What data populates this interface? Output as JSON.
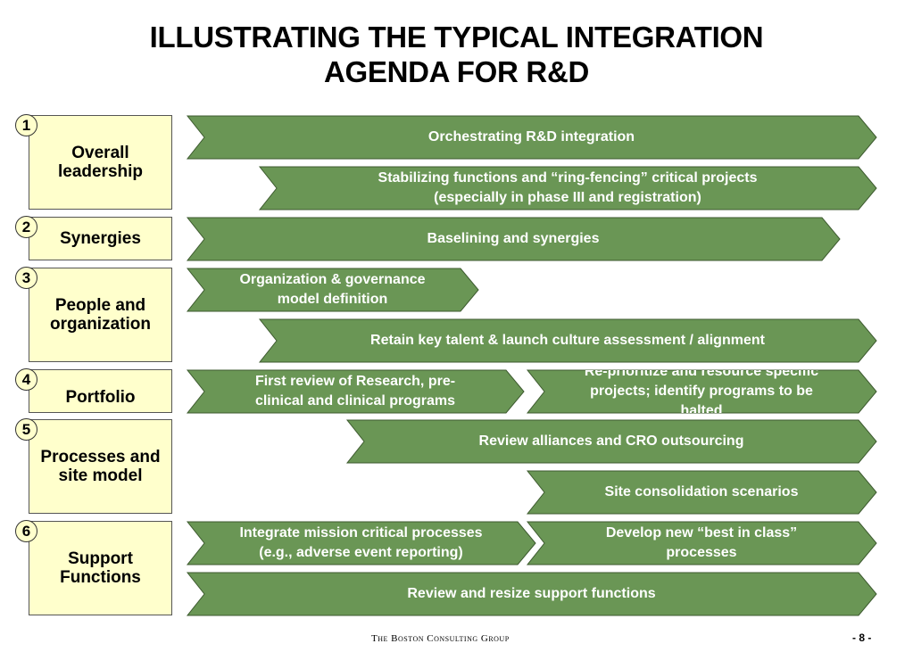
{
  "title": {
    "line1": "ILLUSTRATING THE TYPICAL INTEGRATION",
    "line2": "AGENDA FOR R&D"
  },
  "colors": {
    "arrow_fill": "#6a9655",
    "arrow_stroke": "#3d5a2f",
    "label_fill": "#ffffcc"
  },
  "rows": [
    {
      "number": "1",
      "label": "Overall\nleadership"
    },
    {
      "number": "2",
      "label": "Synergies"
    },
    {
      "number": "3",
      "label": "People and\norganization"
    },
    {
      "number": "4",
      "label": "Portfolio"
    },
    {
      "number": "5",
      "label": "Processes and\nsite model"
    },
    {
      "number": "6",
      "label": "Support\nFunctions"
    }
  ],
  "arrows": [
    {
      "text": "Orchestrating R&D integration"
    },
    {
      "text": "Stabilizing functions and “ring-fencing” critical projects\n(especially in phase III and registration)"
    },
    {
      "text": "Baselining and synergies"
    },
    {
      "text": "Organization & governance\nmodel definition"
    },
    {
      "text": "Retain key talent & launch culture assessment / alignment"
    },
    {
      "text": "First review of Research, pre-\nclinical and clinical programs"
    },
    {
      "text": "Re-prioritize and resource specific\nprojects; identify programs to be\nhalted"
    },
    {
      "text": "Review alliances and CRO outsourcing"
    },
    {
      "text": "Site consolidation scenarios"
    },
    {
      "text": "Integrate mission critical processes\n(e.g., adverse event reporting)"
    },
    {
      "text": "Develop new “best in class”\nprocesses"
    },
    {
      "text": "Review and resize support functions"
    }
  ],
  "footer": {
    "logo": "The Boston Consulting Group",
    "page": "- 8 -"
  }
}
